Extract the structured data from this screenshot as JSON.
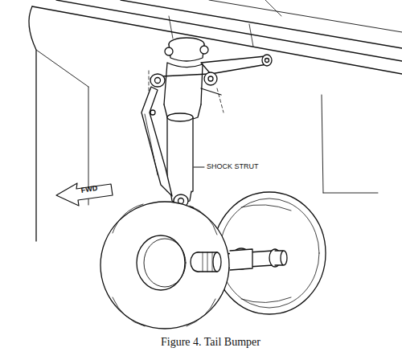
{
  "diagram": {
    "caption": "Figure 4. Tail Bumper",
    "labels": [
      "SHOCK STRUT",
      "FWD"
    ]
  }
}
